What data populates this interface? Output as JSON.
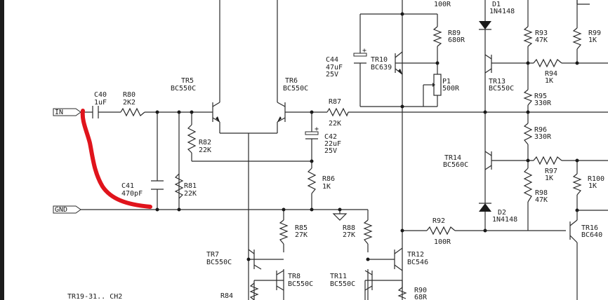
{
  "labels": {
    "in": "IN",
    "gnd": "GND",
    "c40": "C40",
    "c40v": "1uF",
    "r80": "R80",
    "r80v": "2K2",
    "tr5": "TR5",
    "tr5v": "BC550C",
    "tr6": "TR6",
    "tr6v": "BC550C",
    "r82": "R82",
    "r82v": "22K",
    "r87": "R87",
    "r87v": "22K",
    "c42": "C42",
    "c42v1": "22uF",
    "c42v2": "25V",
    "c41": "C41",
    "c41v": "470pF",
    "r81": "R81",
    "r81v": "22K",
    "r86": "R86",
    "r86v": "1K",
    "c44": "C44",
    "c44v1": "47uF",
    "c44v2": "25V",
    "tr10": "TR10",
    "tr10v": "BC639",
    "r89": "R89",
    "r89v": "680R",
    "p1": "P1",
    "p1v": "500R",
    "top100r": "100R",
    "d1": "D1",
    "d1v": "1N4148",
    "r93": "R93",
    "r93v": "47K",
    "r99": "R99",
    "r99v": "1K",
    "tr13": "TR13",
    "tr13v": "BC550C",
    "r94": "R94",
    "r94v": "1K",
    "r95": "R95",
    "r95v": "330R",
    "r96": "R96",
    "r96v": "330R",
    "tr14": "TR14",
    "tr14v": "BC560C",
    "r97": "R97",
    "r97v": "1K",
    "r100": "R100",
    "r100v": "1K",
    "r98": "R98",
    "r98v": "47K",
    "d2": "D2",
    "d2v": "1N4148",
    "tr16": "TR16",
    "tr16v": "BC640",
    "r92": "R92",
    "r92v": "100R",
    "r85": "R85",
    "r85v": "27K",
    "r88": "R88",
    "r88v": "27K",
    "tr7": "TR7",
    "tr7v": "BC550C",
    "tr8": "TR8",
    "tr8v": "BC550C",
    "tr11": "TR11",
    "tr11v": "BC550C",
    "tr12": "TR12",
    "tr12v": "BC546",
    "r90": "R90",
    "r90v": "68R",
    "r84": "R84",
    "footer": "TR19-31.. CH2"
  },
  "colors": {
    "ink": "#1a1a1a",
    "annotation": "#e0141c",
    "left_bar": "#1c1c1c"
  }
}
